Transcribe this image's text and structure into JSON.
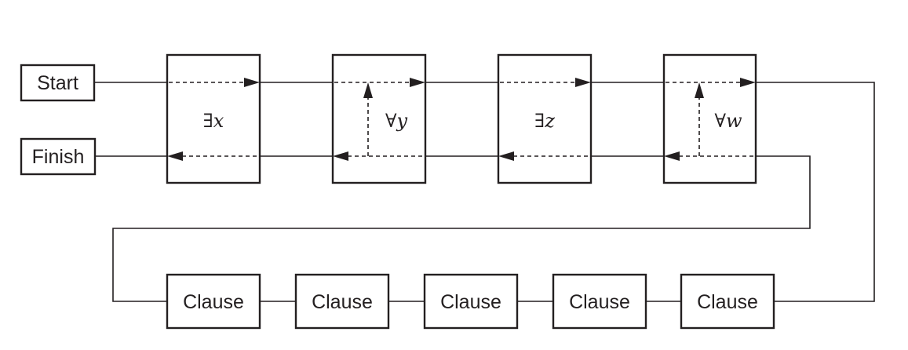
{
  "terminals": {
    "start_label": "Start",
    "finish_label": "Finish"
  },
  "quantifiers": [
    {
      "symbol": "∃",
      "variable": "x",
      "kind": "exists"
    },
    {
      "symbol": "∀",
      "variable": "y",
      "kind": "forall"
    },
    {
      "symbol": "∃",
      "variable": "z",
      "kind": "exists"
    },
    {
      "symbol": "∀",
      "variable": "w",
      "kind": "forall"
    }
  ],
  "clauses": [
    {
      "label": "Clause"
    },
    {
      "label": "Clause"
    },
    {
      "label": "Clause"
    },
    {
      "label": "Clause"
    },
    {
      "label": "Clause"
    }
  ]
}
